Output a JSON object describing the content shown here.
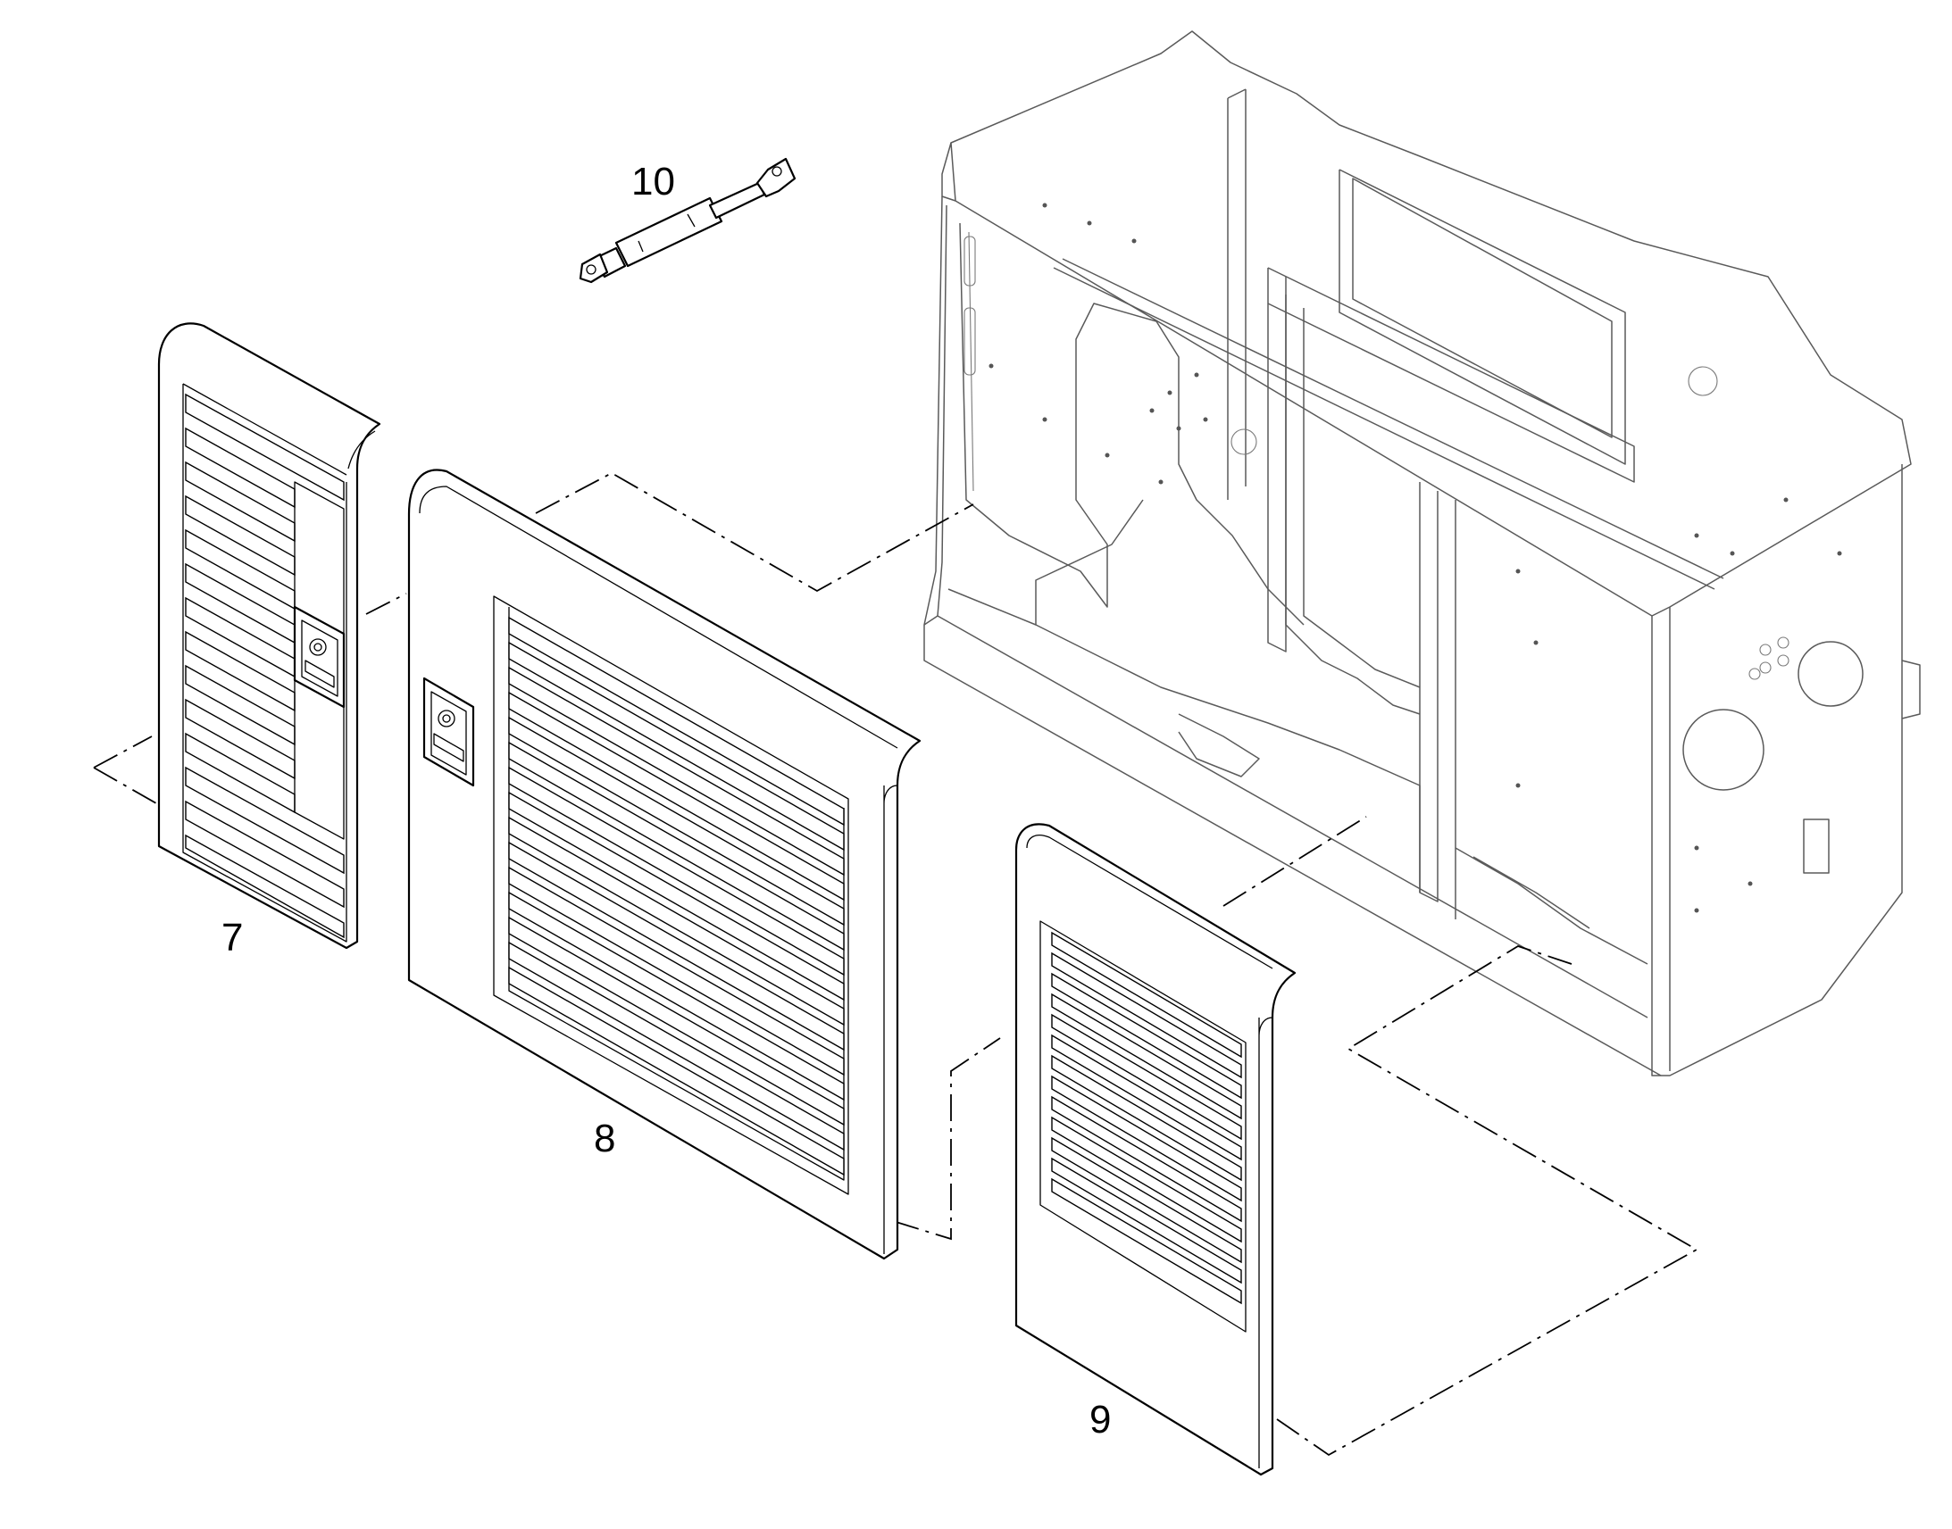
{
  "callouts": {
    "item_7": "7",
    "item_8": "8",
    "item_9": "9",
    "item_10": "10"
  }
}
